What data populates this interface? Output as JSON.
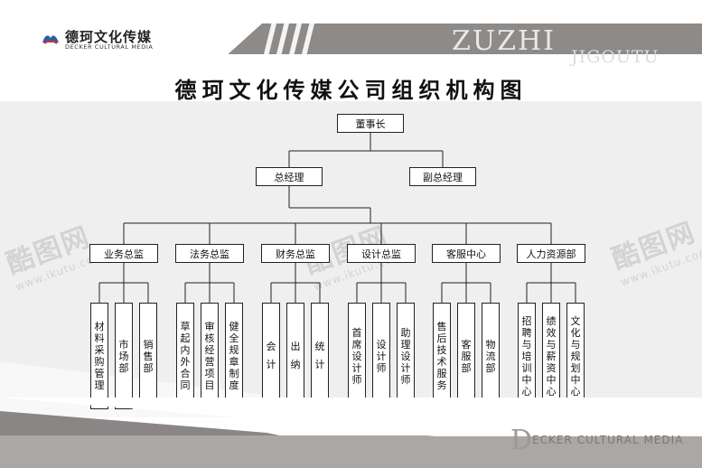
{
  "brand": {
    "name_cn": "德珂文化传媒",
    "name_en": "DECKER CULTURAL MEDIA",
    "bg_text_1": "ZUZHI",
    "bg_text_2": "JIGOUTU",
    "footer_initial": "D",
    "footer_rest": "ECKER CULTURAL MEDIA"
  },
  "title": "德珂文化传媒公司组织机构图",
  "watermark": {
    "name": "酷图网",
    "url": "www.ikutu.com"
  },
  "org": {
    "chairman": "董事长",
    "gm": "总经理",
    "deputy_gm": "副总经理",
    "departments": [
      {
        "name": "业务总监",
        "units": [
          "材料采购管理",
          "市场部",
          "销售部"
        ]
      },
      {
        "name": "法务总监",
        "units": [
          "草起内外合同",
          "审核经营项目",
          "健全规章制度"
        ]
      },
      {
        "name": "财务总监",
        "units": [
          "会计",
          "出纳",
          "统计"
        ]
      },
      {
        "name": "设计总监",
        "units": [
          "首席设计师",
          "设计师",
          "助理设计师"
        ]
      },
      {
        "name": "客服中心",
        "units": [
          "售后技术服务",
          "客服部",
          "物流部"
        ]
      },
      {
        "name": "人力资源部",
        "units": [
          "招聘与培训中心",
          "绩效与薪资中心",
          "文化与规划中心"
        ]
      }
    ]
  },
  "colors": {
    "header_gray": "#8d8a88",
    "panel_gray": "#efefef",
    "line": "#222222"
  }
}
